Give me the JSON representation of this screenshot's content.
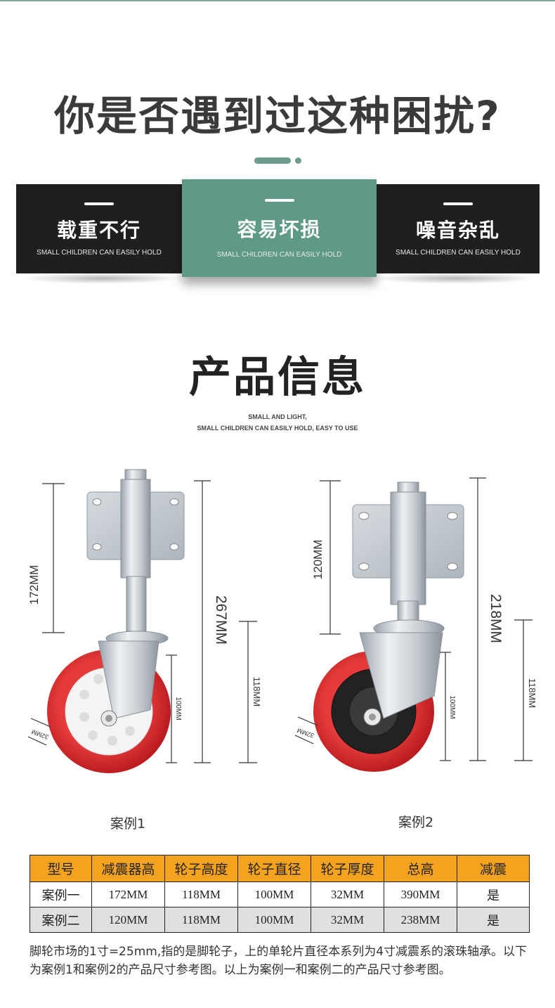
{
  "headline": "你是否遇到过这种困扰?",
  "cards": [
    {
      "title": "载重不行",
      "sub": "SMALL CHILDREN CAN EASILY HOLD"
    },
    {
      "title": "容易坏损",
      "sub": "SMALL CHILDREN CAN EASILY HOLD"
    },
    {
      "title": "噪音杂乱",
      "sub": "SMALL CHILDREN CAN EASILY HOLD"
    }
  ],
  "section": {
    "title": "产品信息",
    "sub1": "SMALL AND LIGHT,",
    "sub2": "SMALL CHILDREN CAN EASILY HOLD, EASY TO USE"
  },
  "case1": {
    "label": "案例1",
    "dims": {
      "upper": "172MM",
      "total": "267MM",
      "height": "118MM",
      "diameter": "100MM",
      "width": "32MM"
    }
  },
  "case2": {
    "label": "案例2",
    "dims": {
      "upper": "120MM",
      "total": "218MM",
      "height": "118MM",
      "diameter": "100MM",
      "width": "32MM"
    }
  },
  "table": {
    "headers": [
      "型号",
      "减震器高",
      "轮子高度",
      "轮子直径",
      "轮子厚度",
      "总高",
      "减震"
    ],
    "rows": [
      [
        "案例一",
        "172MM",
        "118MM",
        "100MM",
        "32MM",
        "390MM",
        "是"
      ],
      [
        "案例二",
        "120MM",
        "118MM",
        "100MM",
        "32MM",
        "238MM",
        "是"
      ]
    ]
  },
  "note": "脚轮市场的1寸=25mm,指的是脚轮子，上的单轮片直径本系列为4寸减震系的滚珠轴承。以下为案例1和案例2的产品尺寸参考图。以上为案例一和案例二的产品尺寸参考图。",
  "colors": {
    "accent": "#5f9a89",
    "dark": "#1f1f1f",
    "table_header": "#f5a31f",
    "wheel_red": "#d8232a"
  }
}
